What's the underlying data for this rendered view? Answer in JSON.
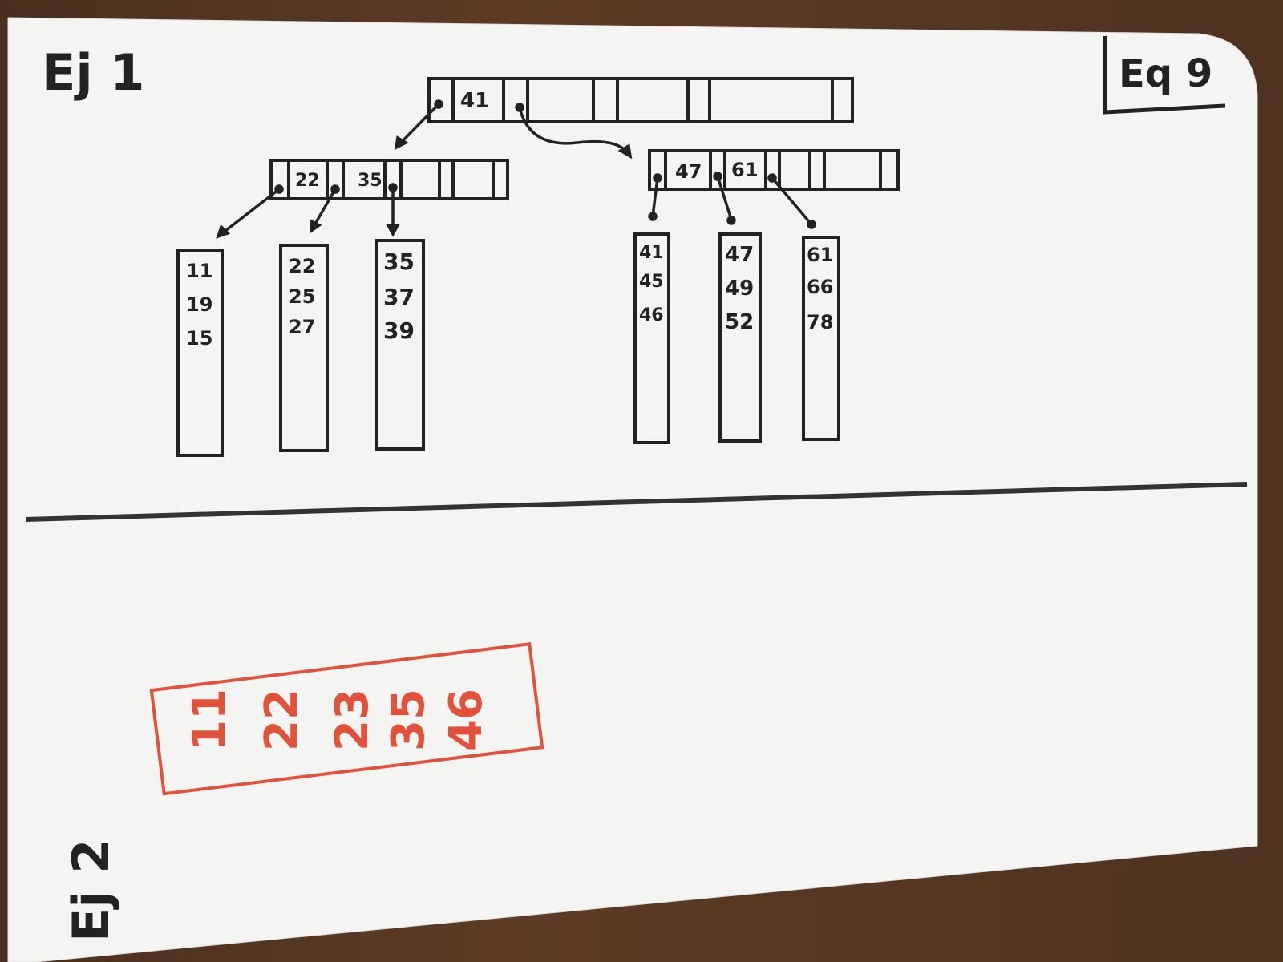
{
  "header": {
    "exercise_1_label": "Ej 1",
    "team_label": "Eq 9",
    "exercise_2_label": "Ej 2"
  },
  "tree": {
    "root": {
      "keys": [
        "41"
      ]
    },
    "internal_left": {
      "keys": [
        "22",
        "35"
      ]
    },
    "internal_right": {
      "keys": [
        "47",
        "61"
      ]
    },
    "leaves": [
      {
        "values": [
          "11",
          "19",
          "15"
        ]
      },
      {
        "values": [
          "22",
          "25",
          "27"
        ]
      },
      {
        "values": [
          "35",
          "37",
          "39"
        ]
      },
      {
        "values": [
          "41",
          "45",
          "46"
        ]
      },
      {
        "values": [
          "47",
          "49",
          "52"
        ]
      },
      {
        "values": [
          "61",
          "66",
          "78"
        ]
      }
    ]
  },
  "exercise_2": {
    "values": [
      "11",
      "22",
      "23",
      "35",
      "46"
    ]
  },
  "colors": {
    "ink": "#222222",
    "red_ink": "#e0523a",
    "paper": "#f5f5f3",
    "table": "#5d3b25"
  }
}
